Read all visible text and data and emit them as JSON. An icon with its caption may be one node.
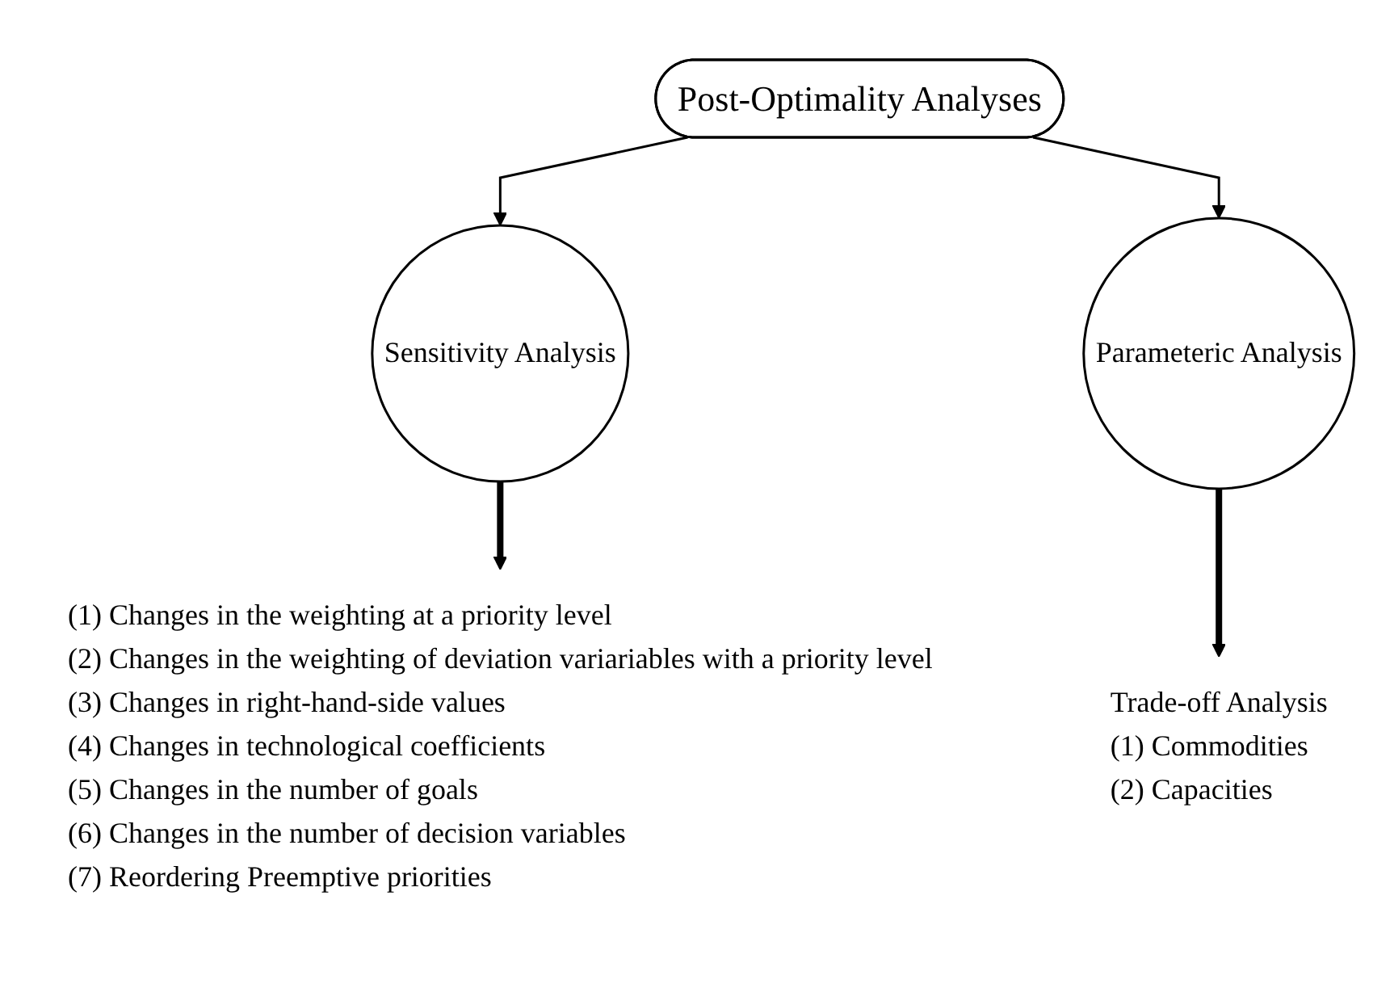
{
  "diagram": {
    "nodes": [
      {
        "text": [
          "Post-Optimality Analyses"
        ]
      },
      {
        "text": [
          "Sensitivity Analysis"
        ]
      },
      {
        "text": [
          "Parameteric Analysis"
        ]
      },
      {
        "text": [
          "(1) Changes in the weighting at a priority level",
          "(2) Changes in the weighting of deviation variariables with a priority level",
          "(3) Changes in right-hand-side values",
          "(4) Changes in technological coefficients",
          "(5) Changes in the number of goals",
          "(6) Changes in the number of decision variables",
          "(7) Reordering Preemptive priorities"
        ]
      },
      {
        "text": [
          "Trade-off Analysis",
          "(1) Commodities",
          "(2) Capacities"
        ]
      }
    ],
    "edges": [
      {
        "from": 0,
        "to": 1,
        "arrow": "to"
      },
      {
        "from": 0,
        "to": 2,
        "arrow": "to"
      },
      {
        "from": 1,
        "to": 3,
        "arrow": "to",
        "style": "thick"
      },
      {
        "from": 2,
        "to": 4,
        "arrow": "to",
        "style": "thick"
      }
    ]
  }
}
